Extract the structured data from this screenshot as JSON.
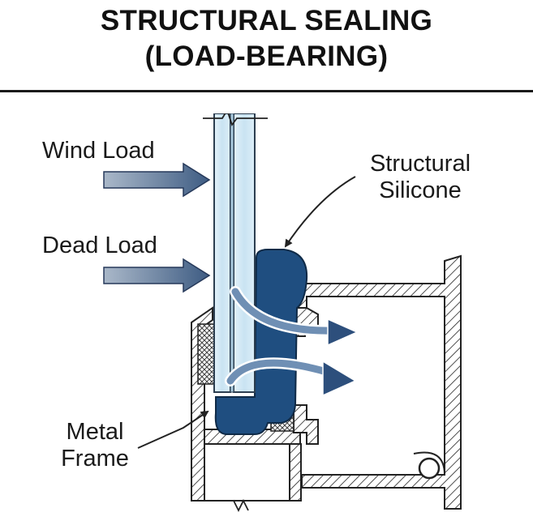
{
  "title": {
    "line1": "STRUCTURAL SEALING",
    "line2": "(LOAD-BEARING)"
  },
  "labels": {
    "wind_load": "Wind Load",
    "dead_load": "Dead Load",
    "structural_silicone": {
      "line1": "Structural",
      "line2": "Silicone"
    },
    "metal_frame": {
      "line1": "Metal",
      "line2": "Frame"
    }
  },
  "colors": {
    "glass": "#cfe6f3",
    "glass_edge": "#2c3e50",
    "silicone": "#1f4e80",
    "load_arrow": "#3e5c83",
    "transfer_arrow": "#2d4f7c",
    "frame_hatch": "#222222"
  }
}
